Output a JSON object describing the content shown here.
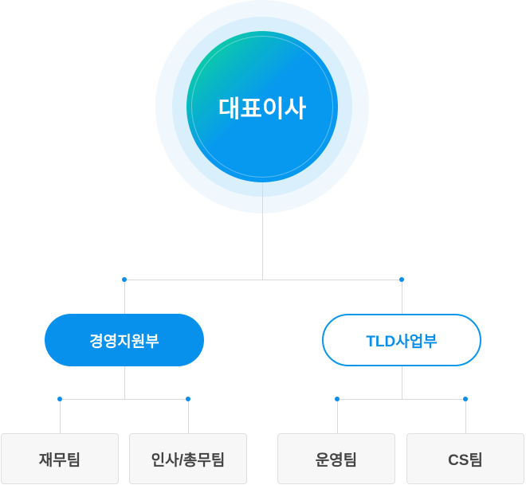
{
  "ceo": {
    "label": "대표이사"
  },
  "departments": [
    {
      "label": "경영지원부",
      "teams": [
        "재무팀",
        "인사/총무팀"
      ]
    },
    {
      "label": "TLD사업부",
      "teams": [
        "운영팀",
        "CS팀"
      ]
    }
  ],
  "colors": {
    "primary": "#0791ec",
    "line": "#d9d9d9",
    "team_bg": "#f7f7f7"
  }
}
